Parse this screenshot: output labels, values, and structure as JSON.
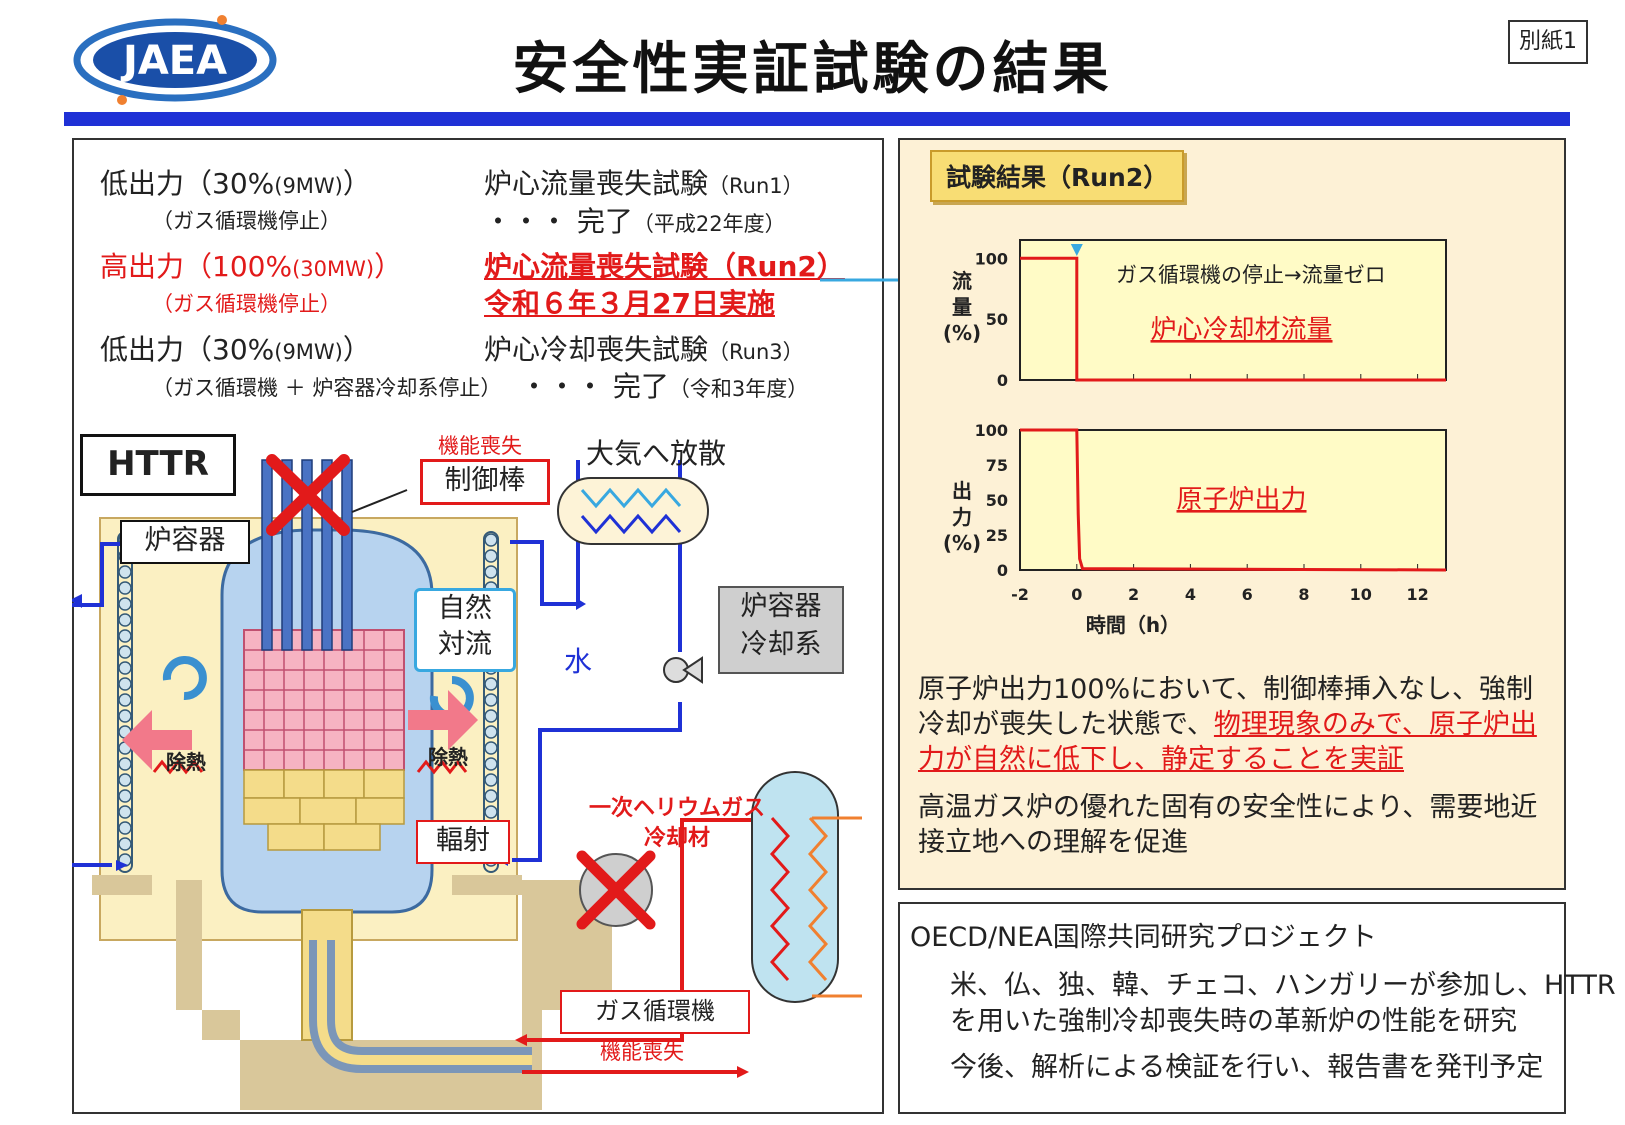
{
  "header": {
    "logo_text": "JAEA",
    "title": "安全性実証試験の結果",
    "annex_label": "別紙1"
  },
  "tests": [
    {
      "power": "低出力（30%",
      "power_sub": "(9MW)",
      "power_close": "）",
      "note": "（ガス循環機停止）",
      "name": "炉心流量喪失試験",
      "run": "（Run1）",
      "status": "・・・ 完了",
      "status_note": "（平成22年度）"
    },
    {
      "power": "高出力（100%",
      "power_sub": "(30MW)",
      "power_close": "）",
      "note": "（ガス循環機停止）",
      "name": "炉心流量喪失試験（Run2）",
      "status": "令和６年３月27日実施"
    },
    {
      "power": "低出力（30%",
      "power_sub": "(9MW)",
      "power_close": "）",
      "note": "（ガス循環機 ＋ 炉容器冷却系停止）",
      "name": "炉心冷却喪失試験",
      "run": "（Run3）",
      "status": "・・・ 完了",
      "status_note": "（令和3年度）"
    }
  ],
  "diagram": {
    "httr_label": "HTTR",
    "vessel_label": "炉容器",
    "control_rod_fail": "機能喪失",
    "control_rod_label": "制御棒",
    "atmosphere_label": "大気へ放散",
    "natural_convection": "自然\n対流",
    "natural_line1": "自然",
    "natural_line2": "対流",
    "water_label": "水",
    "rvcs_line1": "炉容器",
    "rvcs_line2": "冷却系",
    "heat_removal_left": "除熱",
    "heat_removal_right": "除熱",
    "radiation_label": "輻射",
    "helium_line1": "一次ヘリウムガス",
    "helium_line2": "冷却材",
    "circulator_label": "ガス循環機",
    "circulator_fail": "機能喪失"
  },
  "results": {
    "title": "試験結果（Run2）",
    "paragraph1_plain": "原子炉出力100%において、制御棒挿入なし、強制冷却が喪失した状態で、",
    "paragraph1_highlight": "物理現象のみで、原子炉出力が自然に低下し、静定することを実証",
    "paragraph2": "高温ガス炉の優れた固有の安全性により、需要地近接立地への理解を促進"
  },
  "chart_data": [
    {
      "type": "line",
      "title": "",
      "ylabel": "流量(%)",
      "ylabel_lines": [
        "流",
        "量",
        "(%)"
      ],
      "series": [
        {
          "name": "炉心冷却材流量",
          "x": [
            -2,
            0,
            0,
            13
          ],
          "y": [
            100,
            100,
            0,
            0
          ]
        }
      ],
      "annotation": "ガス循環機の停止→流量ゼロ",
      "xlim": [
        -2,
        13
      ],
      "ylim": [
        0,
        115
      ],
      "yticks": [
        0,
        50,
        100
      ],
      "grid": false
    },
    {
      "type": "line",
      "title": "",
      "xlabel": "時間（h）",
      "ylabel": "出力(%)",
      "ylabel_lines": [
        "出",
        "力",
        "(%)"
      ],
      "series": [
        {
          "name": "原子炉出力",
          "x": [
            -2,
            0,
            0.05,
            0.1,
            0.2,
            13
          ],
          "y": [
            100,
            100,
            40,
            8,
            1,
            0
          ]
        }
      ],
      "xlim": [
        -2,
        13
      ],
      "ylim": [
        0,
        100
      ],
      "xticks": [
        -2,
        0,
        2,
        4,
        6,
        8,
        10,
        12
      ],
      "yticks": [
        0,
        25,
        50,
        75,
        100
      ],
      "grid": false
    }
  ],
  "oecd": {
    "title": "OECD/NEA国際共同研究プロジェクト",
    "line1": "米、仏、独、韓、チェコ、ハンガリーが参加し、HTTR",
    "line2": "を用いた強制冷却喪失時の革新炉の性能を研究",
    "line3": "今後、解析による検証を行い、報告書を発刊予定"
  },
  "colors": {
    "accent_blue": "#1f31d6",
    "red": "#e21a1a",
    "panel_bg": "#fdf1d6",
    "core_pink": "#f0a0b0"
  }
}
